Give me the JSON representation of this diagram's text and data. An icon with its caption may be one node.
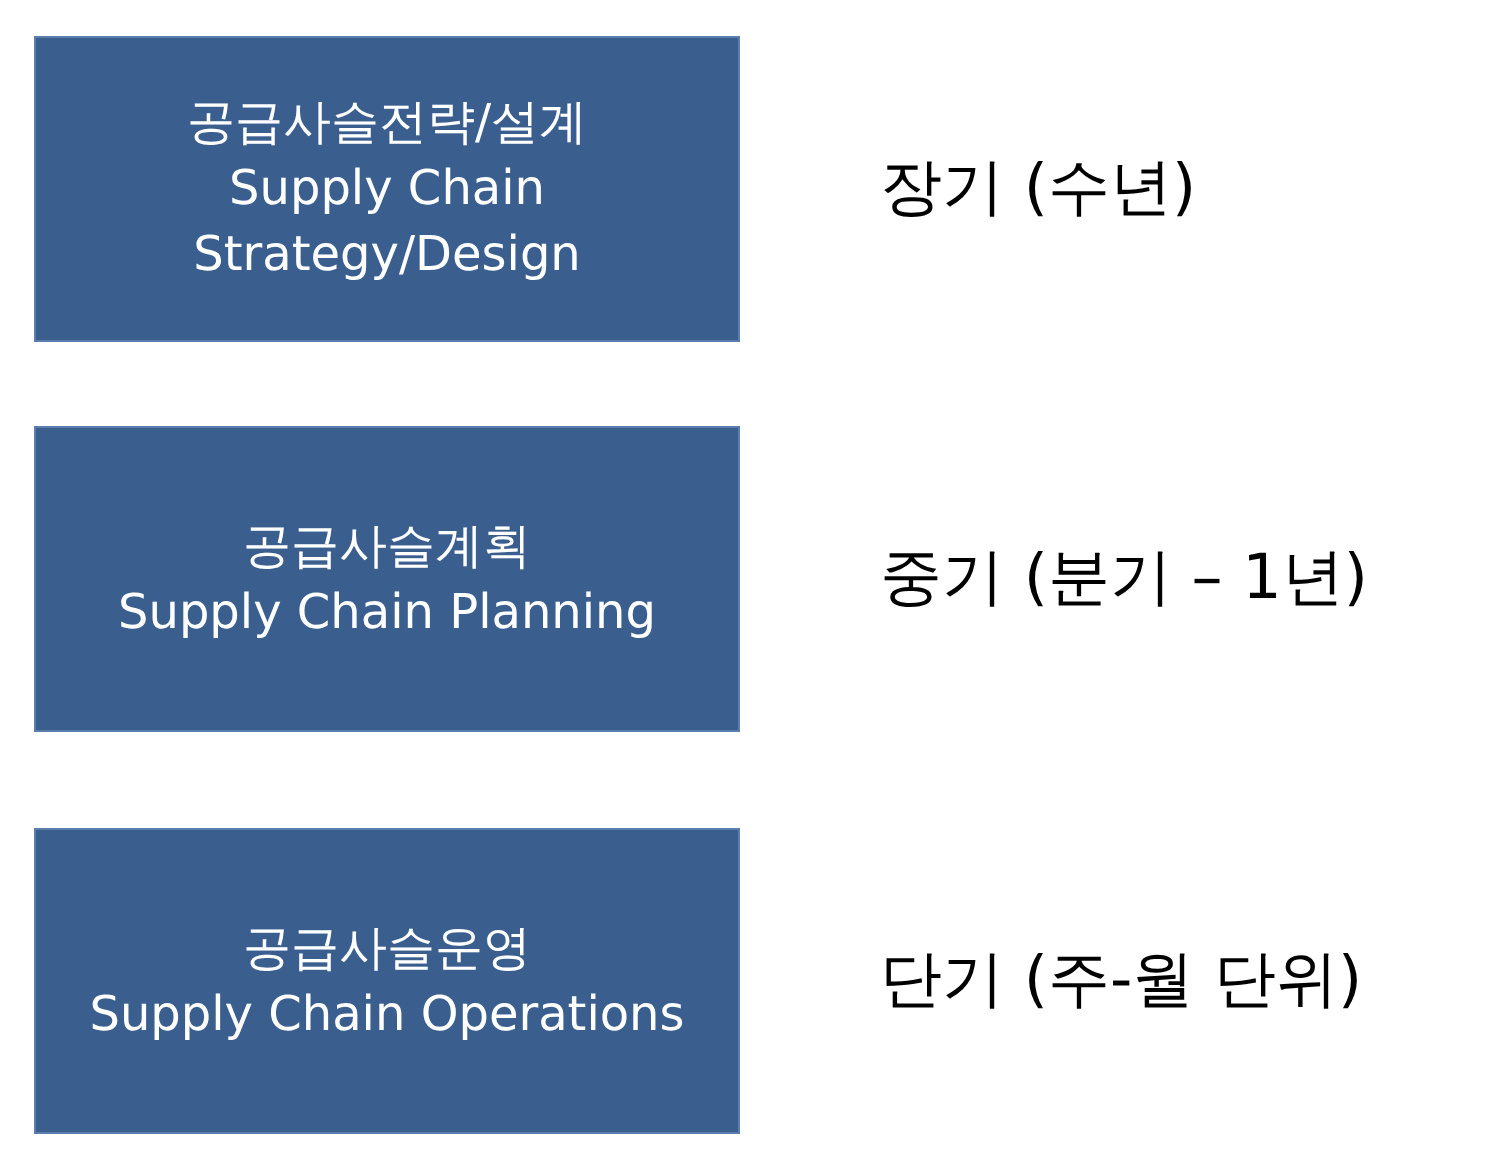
{
  "diagram": {
    "nodes": [
      {
        "text": [
          "공급사슬전략/설계",
          "Supply Chain Strategy/Design"
        ],
        "beside": [
          "장기 (수년)"
        ]
      },
      {
        "text": [
          "공급사슬계획",
          "Supply Chain Planning"
        ],
        "beside": [
          "중기 (분기 – 1년)"
        ]
      },
      {
        "text": [
          "공급사슬운영",
          "Supply Chain Operations"
        ],
        "beside": [
          "단기 (주-월 단위)"
        ]
      }
    ]
  }
}
